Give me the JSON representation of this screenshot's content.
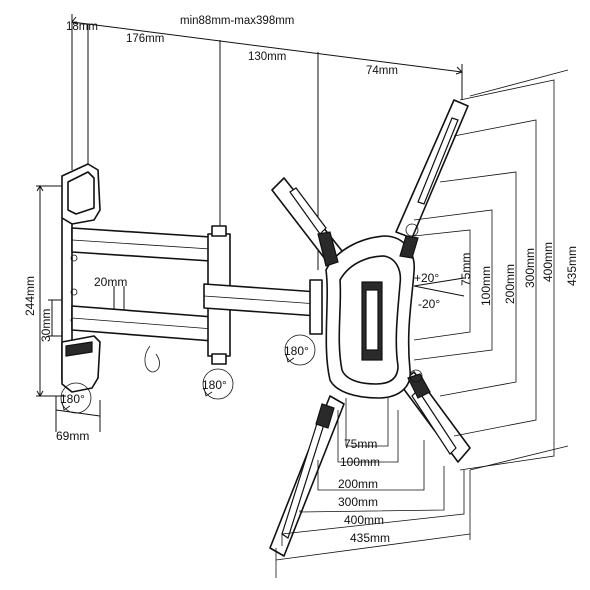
{
  "diagram": {
    "top_dimensions": {
      "a": "18mm",
      "b": "176mm",
      "c": "min88mm-max398mm",
      "d": "130mm",
      "e": "74mm"
    },
    "left_dimensions": {
      "height": "244mm",
      "inner_gap": "20mm",
      "arm_thickness": "30mm",
      "plate_width": "69mm"
    },
    "rotations": {
      "wall_pivot": "180°",
      "arm_pivot": "180°",
      "head_pivot": "180°"
    },
    "tilt": {
      "up": "+20°",
      "down": "-20°"
    },
    "vesa_vertical": [
      "75mm",
      "100mm",
      "200mm",
      "300mm",
      "400mm",
      "435mm"
    ],
    "vesa_horizontal": [
      "75mm",
      "100mm",
      "200mm",
      "300mm",
      "400mm",
      "435mm"
    ],
    "colors": {
      "line": "#111111",
      "background": "#ffffff"
    }
  }
}
